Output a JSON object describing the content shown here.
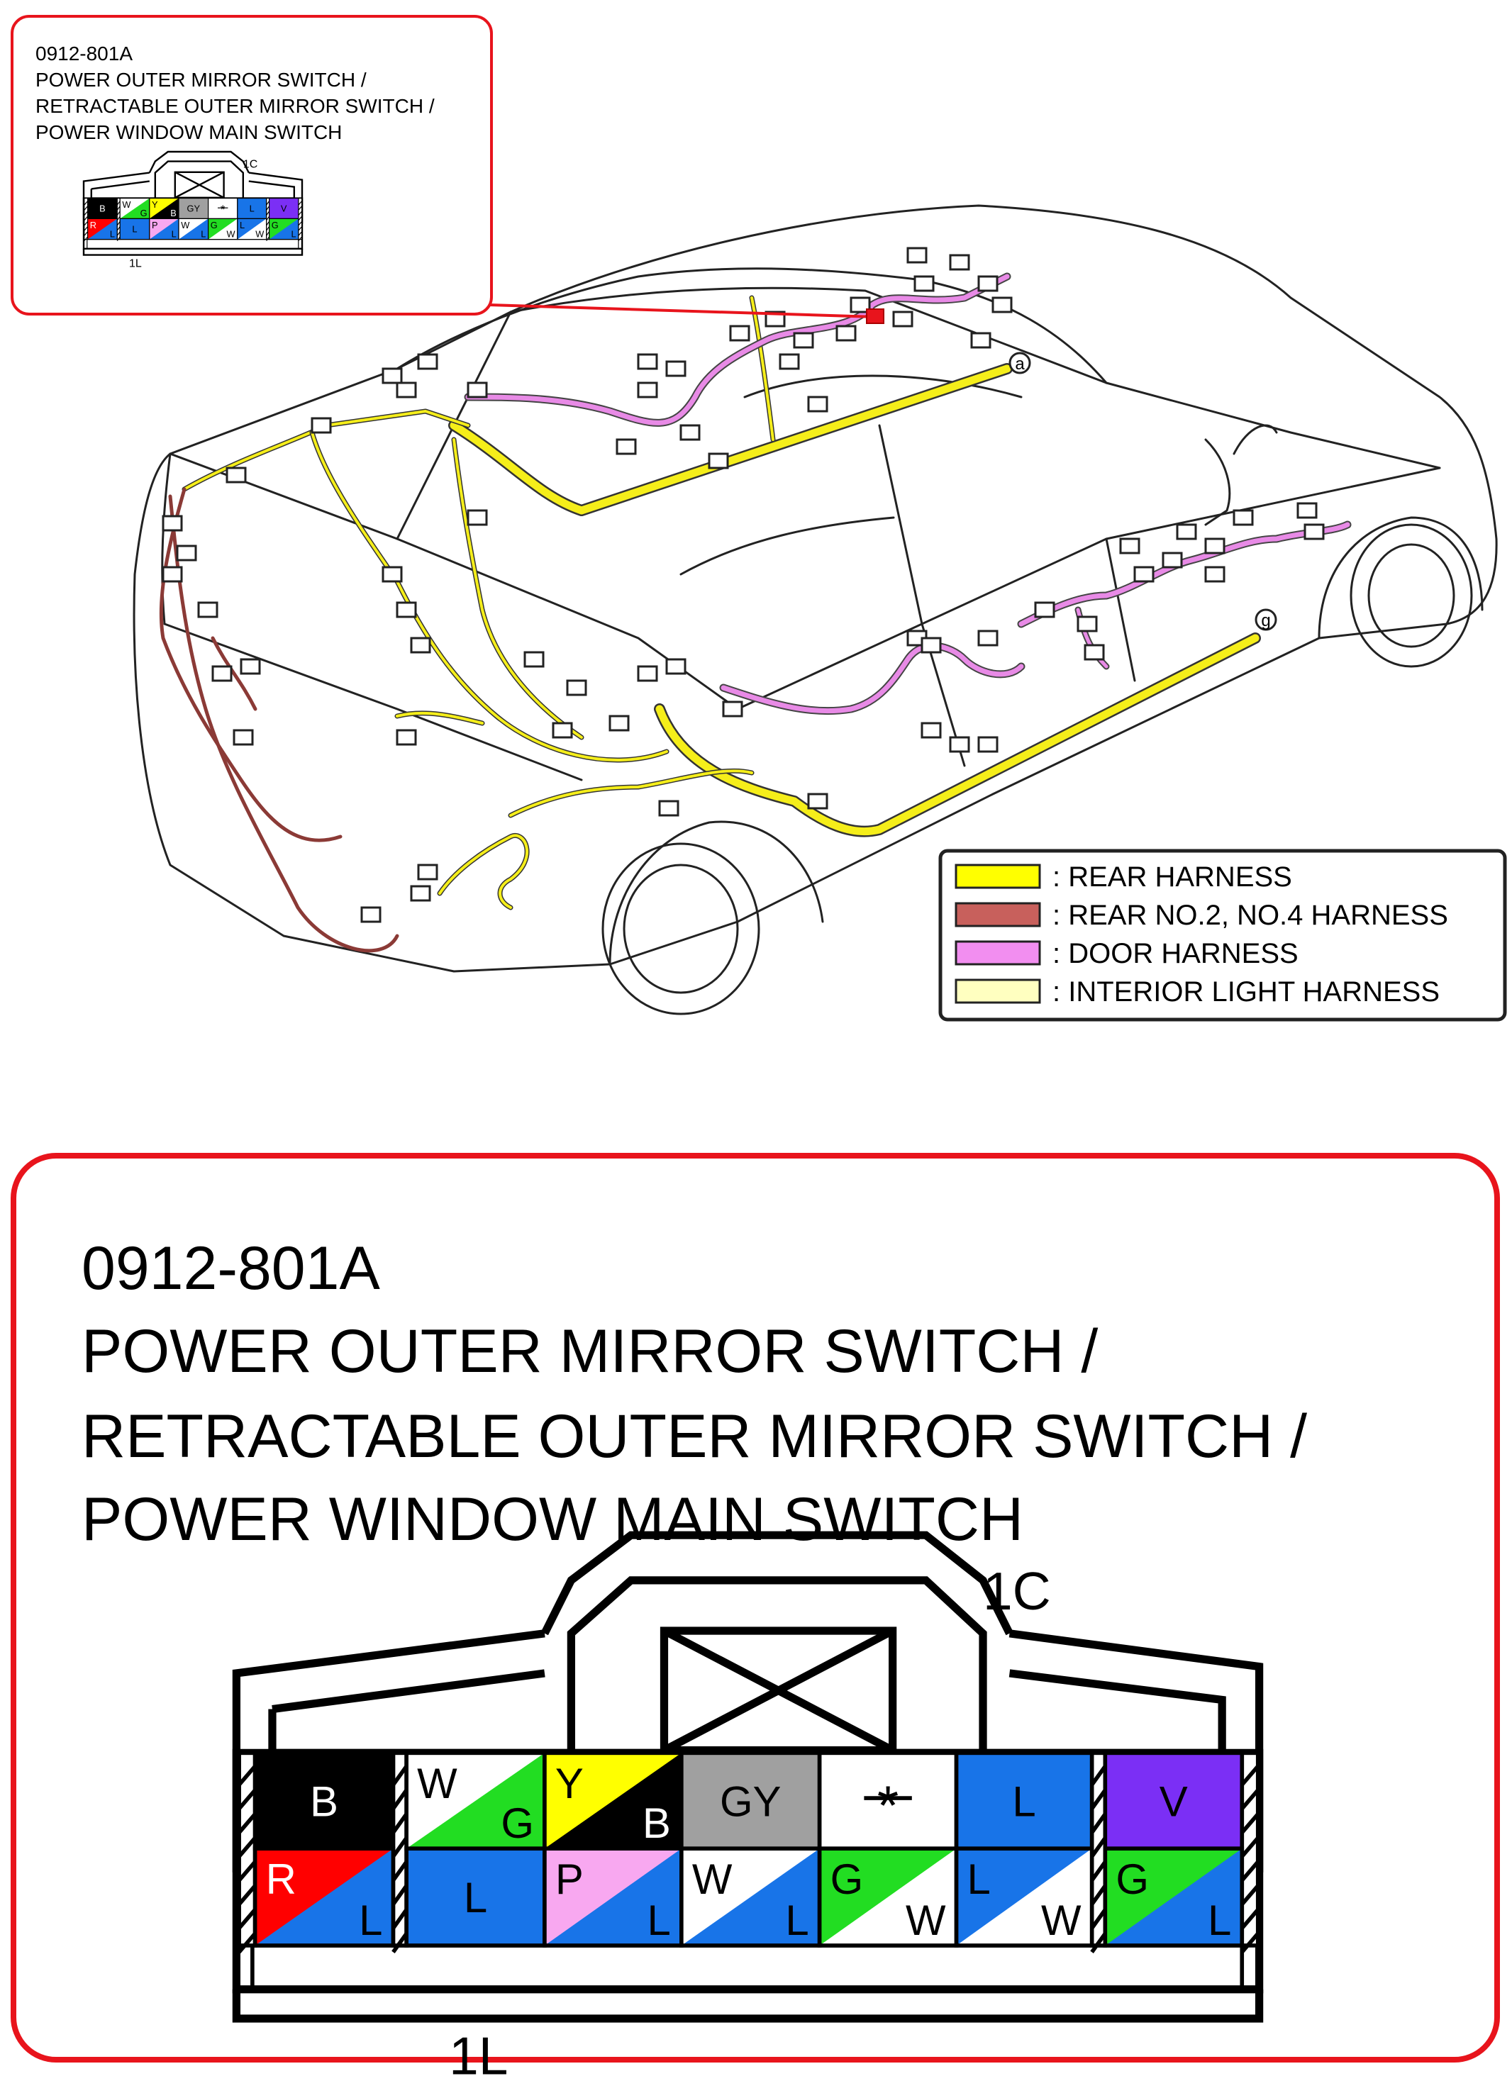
{
  "connector": {
    "code": "0912-801A",
    "title_lines": [
      "POWER OUTER MIRROR SWITCH /",
      "RETRACTABLE OUTER MIRROR SWITCH /",
      "POWER WINDOW MAIN SWITCH"
    ],
    "pin_top_right": "1C",
    "pin_bottom_left": "1L",
    "top_row": [
      {
        "type": "solid",
        "label": "B",
        "fill": "#000000",
        "text": "#ffffff"
      },
      {
        "type": "split",
        "a": "W",
        "b": "G",
        "fill_a": "#ffffff",
        "fill_b": "#22dd22"
      },
      {
        "type": "split",
        "a": "Y",
        "b": "B",
        "fill_a": "#ffff00",
        "fill_b": "#000000"
      },
      {
        "type": "solid",
        "label": "GY",
        "fill": "#a0a0a0",
        "text": "#000000"
      },
      {
        "type": "solid",
        "label": "*",
        "fill": "#ffffff",
        "text": "#000000"
      },
      {
        "type": "solid",
        "label": "L",
        "fill": "#1874e8",
        "text": "#000000"
      },
      {
        "type": "solid",
        "label": "V",
        "fill": "#7b2ff5",
        "text": "#000000"
      }
    ],
    "bottom_row": [
      {
        "type": "split",
        "a": "R",
        "b": "L",
        "fill_a": "#ff0000",
        "fill_b": "#1874e8"
      },
      {
        "type": "solid",
        "label": "L",
        "fill": "#1874e8",
        "text": "#000000"
      },
      {
        "type": "split",
        "a": "P",
        "b": "L",
        "fill_a": "#f8a8f0",
        "fill_b": "#1874e8"
      },
      {
        "type": "split",
        "a": "W",
        "b": "L",
        "fill_a": "#ffffff",
        "fill_b": "#1874e8"
      },
      {
        "type": "split",
        "a": "G",
        "b": "W",
        "fill_a": "#22dd22",
        "fill_b": "#ffffff"
      },
      {
        "type": "split",
        "a": "L",
        "b": "W",
        "fill_a": "#1874e8",
        "fill_b": "#ffffff"
      },
      {
        "type": "split",
        "a": "G",
        "b": "L",
        "fill_a": "#22dd22",
        "fill_b": "#1874e8"
      }
    ]
  },
  "car_markers": [
    "a",
    "g"
  ],
  "legend": {
    "items": [
      {
        "label": ": REAR HARNESS",
        "color": "#ffff00"
      },
      {
        "label": ": REAR NO.2, NO.4 HARNESS",
        "color": "#c8605c"
      },
      {
        "label": ": DOOR HARNESS",
        "color": "#f28ef0"
      },
      {
        "label": ": INTERIOR LIGHT HARNESS",
        "color": "#ffffc0"
      }
    ]
  },
  "colors": {
    "callout_border": "#e8141c",
    "rear": "#f5ee1a",
    "rear2": "#8b3a36",
    "door": "#e88ae6",
    "interior": "#ffffc0"
  }
}
